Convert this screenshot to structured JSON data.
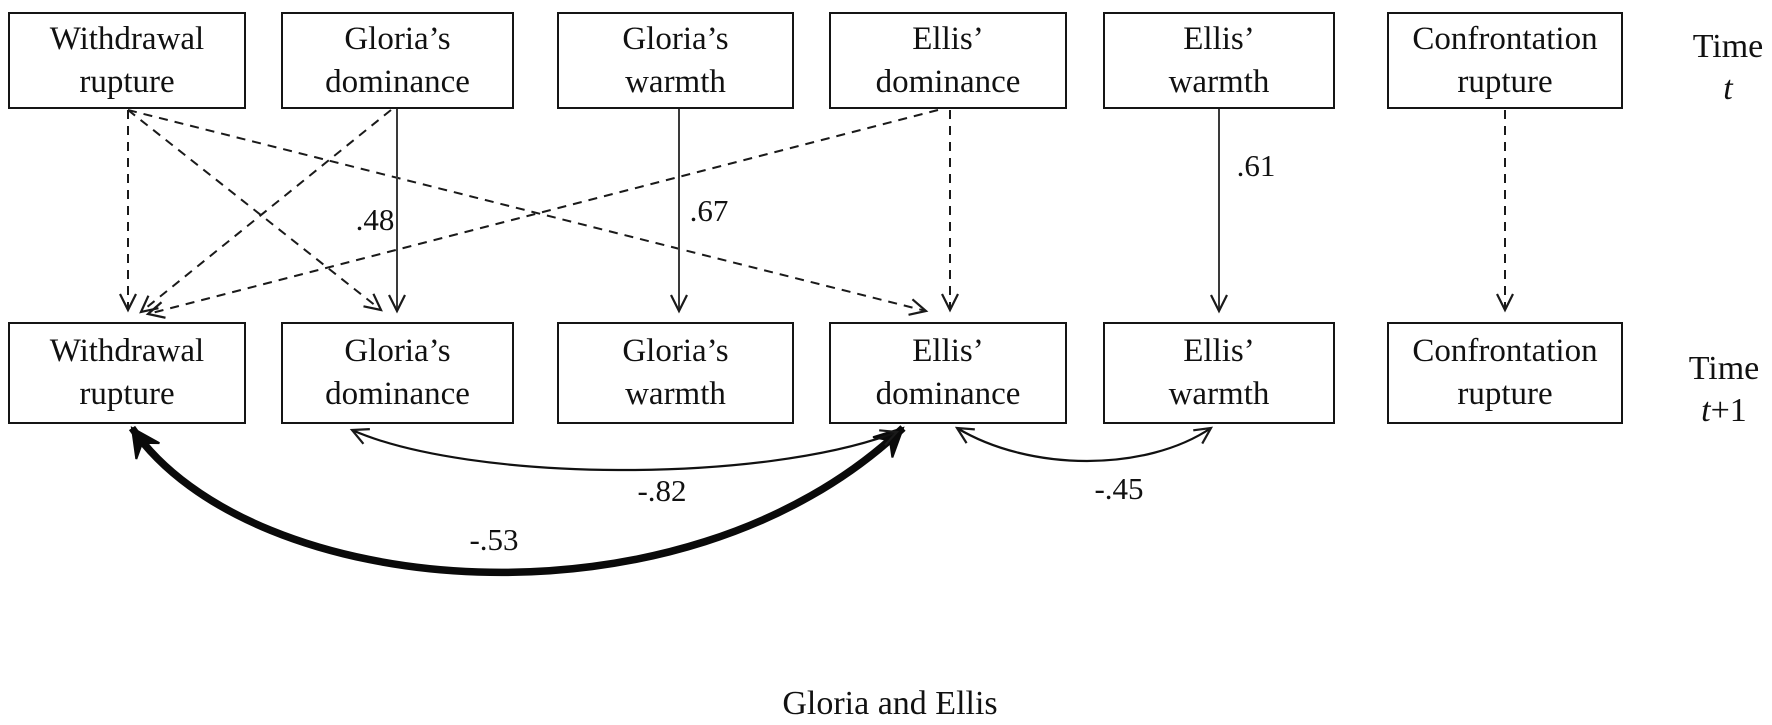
{
  "diagram": {
    "caption": "Gloria and Ellis",
    "row_labels": {
      "top": {
        "word": "Time",
        "sub_italic": "t",
        "sub_suffix": ""
      },
      "bottom": {
        "word": "Time",
        "sub_italic": "t",
        "sub_suffix": "+1"
      }
    },
    "nodes_time_t": [
      {
        "line1": "Withdrawal",
        "line2": "rupture"
      },
      {
        "line1": "Gloria’s",
        "line2": "dominance"
      },
      {
        "line1": "Gloria’s",
        "line2": "warmth"
      },
      {
        "line1": "Ellis’",
        "line2": "dominance"
      },
      {
        "line1": "Ellis’",
        "line2": "warmth"
      },
      {
        "line1": "Confrontation",
        "line2": "rupture"
      }
    ],
    "nodes_time_t1": [
      {
        "line1": "Withdrawal",
        "line2": "rupture"
      },
      {
        "line1": "Gloria’s",
        "line2": "dominance"
      },
      {
        "line1": "Gloria’s",
        "line2": "warmth"
      },
      {
        "line1": "Ellis’",
        "line2": "dominance"
      },
      {
        "line1": "Ellis’",
        "line2": "warmth"
      },
      {
        "line1": "Confrontation",
        "line2": "rupture"
      }
    ],
    "coefficients": {
      "gloria_dominance_stability": ".48",
      "gloria_warmth_stability": ".67",
      "ellis_warmth_stability": ".61",
      "cov_withdrawal_ellis_dominance": "-.53",
      "cov_gloria_dominance_ellis_dominance": "-.82",
      "cov_ellis_dominance_ellis_warmth": "-.45"
    },
    "edges": [
      {
        "from": "Withdrawal rupture (t)",
        "to": "Withdrawal rupture (t+1)",
        "style": "dashed",
        "coefficient": null
      },
      {
        "from": "Gloria’s dominance (t)",
        "to": "Gloria’s dominance (t+1)",
        "style": "solid",
        "coefficient": ".48"
      },
      {
        "from": "Gloria’s warmth (t)",
        "to": "Gloria’s warmth (t+1)",
        "style": "solid",
        "coefficient": ".67"
      },
      {
        "from": "Ellis’ dominance (t)",
        "to": "Ellis’ dominance (t+1)",
        "style": "dashed",
        "coefficient": null
      },
      {
        "from": "Ellis’ warmth (t)",
        "to": "Ellis’ warmth (t+1)",
        "style": "solid",
        "coefficient": ".61"
      },
      {
        "from": "Confrontation rupture (t)",
        "to": "Confrontation rupture (t+1)",
        "style": "dashed",
        "coefficient": null
      },
      {
        "from": "Withdrawal rupture (t)",
        "to": "Gloria’s dominance (t+1)",
        "style": "dashed",
        "coefficient": null
      },
      {
        "from": "Withdrawal rupture (t)",
        "to": "Ellis’ dominance (t+1)",
        "style": "dashed",
        "coefficient": null
      },
      {
        "from": "Gloria’s dominance (t)",
        "to": "Withdrawal rupture (t+1)",
        "style": "dashed",
        "coefficient": null
      },
      {
        "from": "Ellis’ dominance (t)",
        "to": "Withdrawal rupture (t+1)",
        "style": "dashed",
        "coefficient": null
      },
      {
        "between": [
          "Withdrawal rupture (t+1)",
          "Ellis’ dominance (t+1)"
        ],
        "style": "thick-curved-double-arrow",
        "coefficient": "-.53"
      },
      {
        "between": [
          "Gloria’s dominance (t+1)",
          "Ellis’ dominance (t+1)"
        ],
        "style": "curved-double-arrow",
        "coefficient": "-.82"
      },
      {
        "between": [
          "Ellis’ dominance (t+1)",
          "Ellis’ warmth (t+1)"
        ],
        "style": "curved-double-arrow",
        "coefficient": "-.45"
      }
    ]
  }
}
